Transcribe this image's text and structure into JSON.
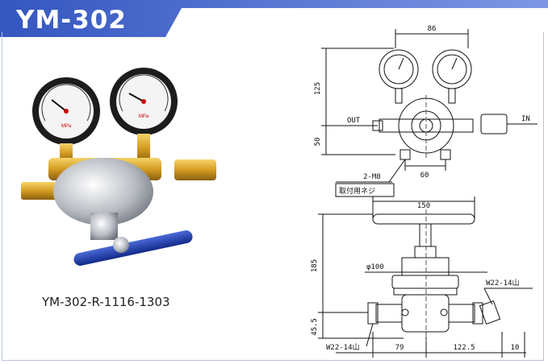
{
  "header": {
    "model": "YM-302"
  },
  "photo": {
    "caption": "YM-302-R-1116-1303",
    "gauge_unit": "MPa"
  },
  "drawing_top": {
    "dim_width": "86",
    "dim_height_upper": "125",
    "dim_height_lower": "50",
    "dim_mount_spacing": "60",
    "label_out": "OUT",
    "label_in": "IN",
    "label_screws": "2-M8",
    "label_mount": "取付用ネジ"
  },
  "drawing_bottom": {
    "dim_handle": "150",
    "dim_height": "185",
    "dim_diameter": "φ100",
    "dim_base": "45.5",
    "thread_right": "W22-14山",
    "thread_left": "W22-14山",
    "dim_left": "79",
    "dim_right": "122.5",
    "dim_end": "10"
  },
  "colors": {
    "header": "#4466c8",
    "brass": "#d9a22a",
    "chrome": "#c8ccd2",
    "handle": "#2440a8"
  }
}
